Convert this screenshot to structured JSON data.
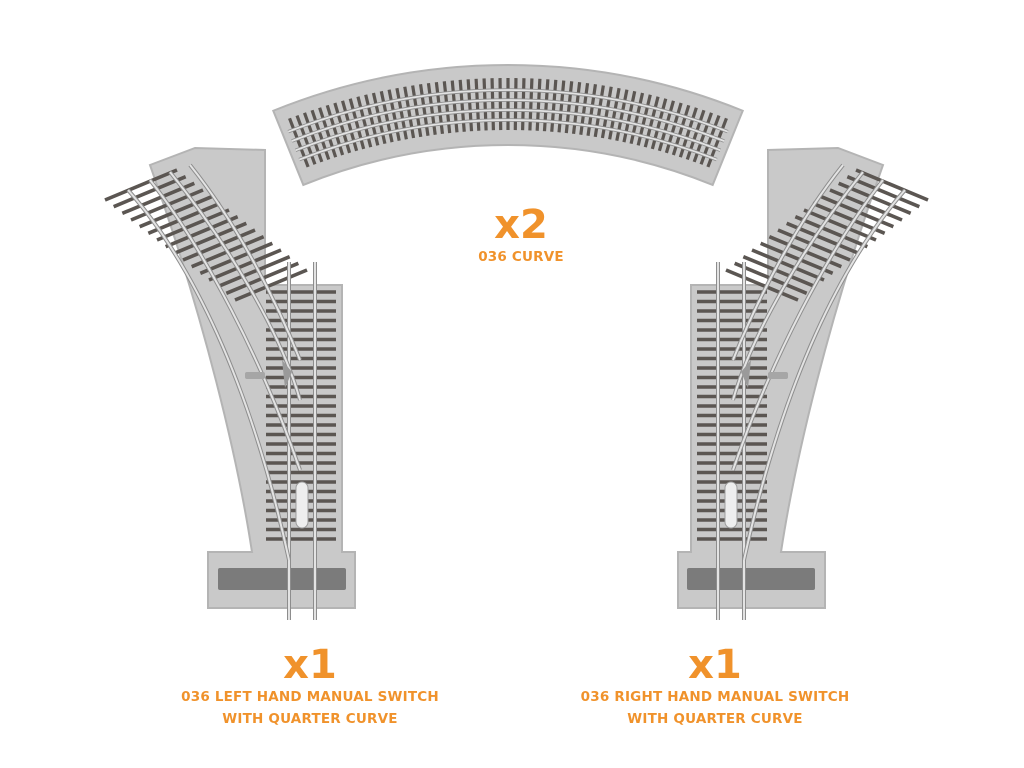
{
  "colors": {
    "accent": "#f0922b",
    "roadbed": "#c9c9c9",
    "roadbed_edge": "#b4b4b4",
    "tie": "#5b5652",
    "rail": "#e3e3e3",
    "rail_edge": "#8d8d8d"
  },
  "items": [
    {
      "qty": "x2",
      "name_line1": "036 CURVE",
      "name_line2": ""
    },
    {
      "qty": "x1",
      "name_line1": "036 LEFT HAND MANUAL SWITCH",
      "name_line2": "WITH QUARTER CURVE"
    },
    {
      "qty": "x1",
      "name_line1": "036 RIGHT HAND MANUAL SWITCH",
      "name_line2": "WITH QUARTER CURVE"
    }
  ]
}
